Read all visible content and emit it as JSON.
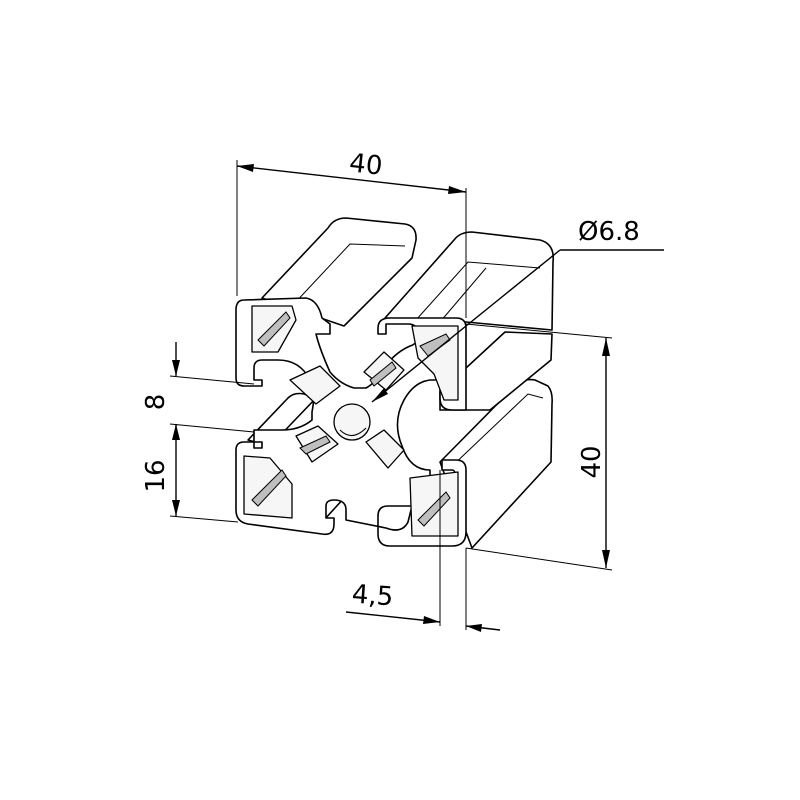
{
  "drawing": {
    "dimensions": {
      "top_width": "40",
      "hole_diameter": "Ø6.8",
      "right_height": "40",
      "slot_width": "8",
      "slot_offset": "16",
      "wall_thickness": "4,5"
    }
  }
}
